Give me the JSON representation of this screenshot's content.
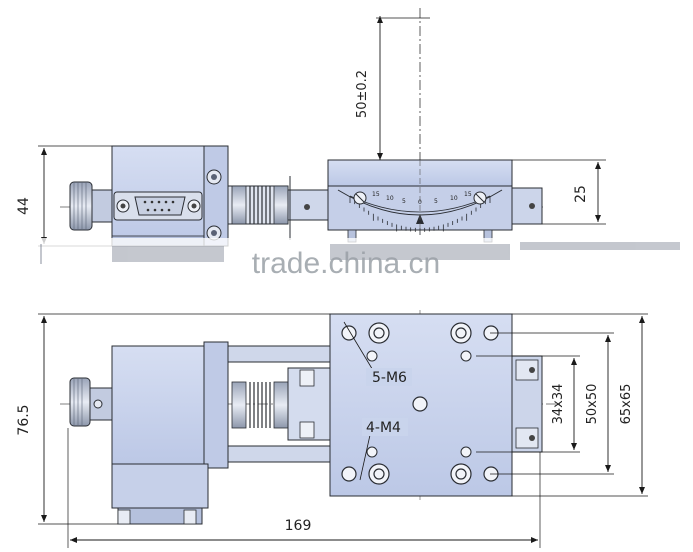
{
  "watermark": "trade.china.cn",
  "top_view": {
    "dim_height": "44",
    "dim_travel": "50±0.2",
    "dim_stage_height": "25",
    "scale_numbers": [
      "15",
      "10",
      "5",
      "0",
      "5",
      "10",
      "15"
    ]
  },
  "plan_view": {
    "dim_total_height": "76.5",
    "dim_total_length": "169",
    "label_holes_large": "5-M6",
    "label_holes_small": "4-M4",
    "dim_34": "34x34",
    "dim_50": "50x50",
    "dim_65": "65x65"
  },
  "colors": {
    "body_fill": "#c9d4ec",
    "body_dark": "#aebbd9",
    "line": "#2a2d33",
    "dim_line": "#1a1a1a"
  }
}
